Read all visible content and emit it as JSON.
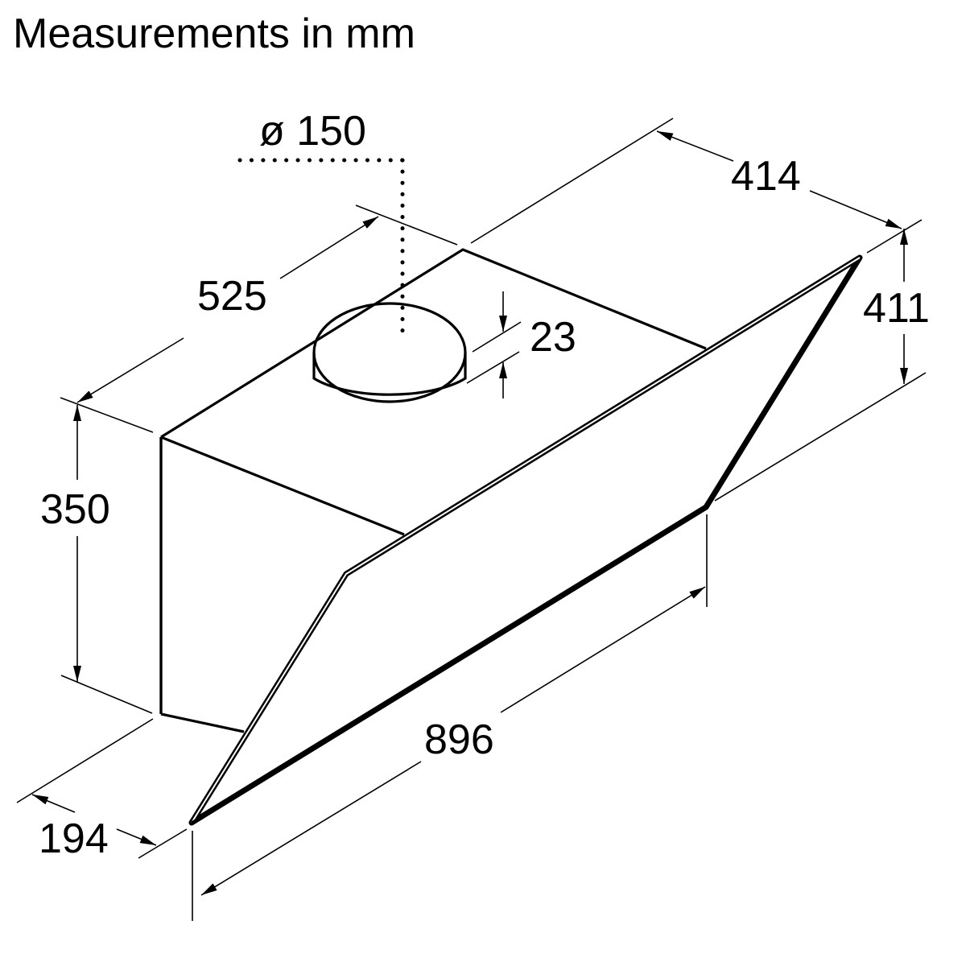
{
  "title": "Measurements in mm",
  "units": "mm",
  "product_view": "Isometric dimension drawing of an angled wall-mounted cooker hood",
  "dimensions": {
    "duct_diameter": {
      "label": "ø 150",
      "value": 150,
      "description": "Exhaust duct diameter"
    },
    "depth_top": {
      "label": "525",
      "value": 525,
      "description": "Depth of chimney box"
    },
    "collar_height": {
      "label": "23",
      "value": 23,
      "description": "Height of duct collar"
    },
    "glass_depth": {
      "label": "414",
      "value": 414,
      "description": "Depth at top of glass panel"
    },
    "glass_height": {
      "label": "411",
      "value": 411,
      "description": "Vertical height of glass panel"
    },
    "box_height": {
      "label": "350",
      "value": 350,
      "description": "Height of hood body"
    },
    "bottom_depth": {
      "label": "194",
      "value": 194,
      "description": "Depth at bottom edge"
    },
    "width": {
      "label": "896",
      "value": 896,
      "description": "Overall width"
    }
  },
  "colors": {
    "line": "#000000",
    "background": "#ffffff"
  }
}
